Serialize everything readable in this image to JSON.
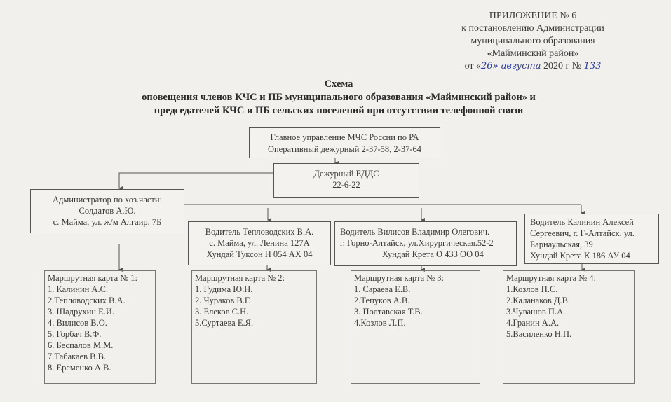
{
  "header": {
    "line1": "ПРИЛОЖЕНИЕ № 6",
    "line2": "к постановлению Администрации",
    "line3": "муниципального образования",
    "line4": "«Майминский район»",
    "date_prefix": "от «",
    "date_hand": "26» августа",
    "year": " 2020 г № ",
    "number_hand": "133"
  },
  "title": {
    "line1": "Схема",
    "line2": "оповещения членов КЧС и ПБ муниципального образования «Майминский район» и",
    "line3": "председателей КЧС и ПБ сельских поселений при отсутствии телефонной связи"
  },
  "top_box": {
    "line1": "Главное управление МЧС России по РА",
    "line2": "Оперативный дежурный 2-37-58, 2-37-64"
  },
  "edds_box": {
    "line1": "Дежурный ЕДДС",
    "line2": "22-6-22"
  },
  "admin_box": {
    "line1": "Администратор по хоз.части:",
    "line2": "Солдатов А.Ю.",
    "line3": "с. Майма, ул. ж/м Алгаир, 7Б"
  },
  "drivers": [
    {
      "line1": "Водитель Тепловодских В.А.",
      "line2": "с. Майма, ул. Ленина 127А",
      "line3": "Хундай Туксон Н 054 АХ 04"
    },
    {
      "line1": "Водитель Вилисов Владимир Олегович.",
      "line2": "г. Горно-Алтайск, ул.Хирургическая.52-2",
      "line3": "Хундай Крета О 433 ОО 04"
    },
    {
      "line1": "Водитель Калинин Алексей",
      "line2": "Сергеевич, г. Г-Алтайск, ул.",
      "line3": "Барнаульская, 39",
      "line4": "Хундай Крета К 186 АУ 04"
    }
  ],
  "route_cards": [
    {
      "title": "Маршрутная карта № 1:",
      "items": [
        "1. Калинин А.С.",
        "2.Тепловодских В.А.",
        "3. Шадрухин Е.И.",
        "4. Вилисов В.О.",
        "5. Горбач В.Ф.",
        "6. Беспалов М.М.",
        "7.Табакаев В.В.",
        "8. Еременко А.В."
      ]
    },
    {
      "title": "Маршрутная карта № 2:",
      "items": [
        "1. Гудима Ю.Н.",
        "2. Чураков В.Г.",
        "3. Елеков С.Н.",
        "5.Суртаева Е.Я."
      ]
    },
    {
      "title": "Маршрутная карта № 3:",
      "items": [
        "1. Сараева Е.В.",
        "2.Тепуков А.В.",
        "3. Полтавская Т.В.",
        "4.Козлов Л.П."
      ]
    },
    {
      "title": "Маршрутная карта № 4:",
      "items": [
        "1.Козлов П.С.",
        "2.Каланаков Д.В.",
        "3.Чувашов П.А.",
        "4.Гранин А.А.",
        "5.Василенко Н.П."
      ]
    }
  ]
}
